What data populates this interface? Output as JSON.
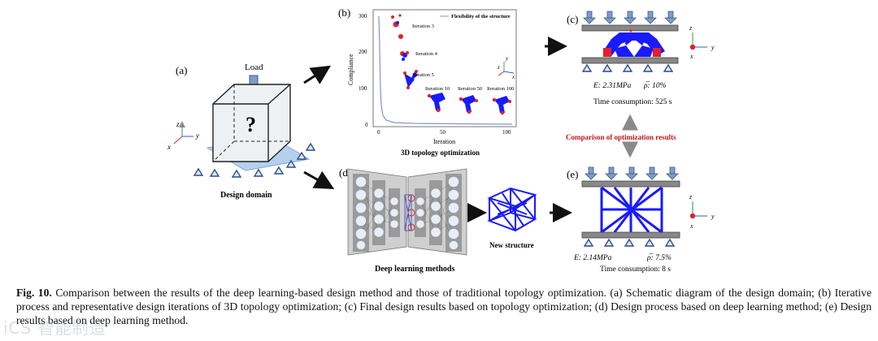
{
  "figure": {
    "panel_labels": {
      "a": "(a)",
      "b": "(b)",
      "c": "(c)",
      "d": "(d)",
      "e": "(e)"
    },
    "design_domain": {
      "load_label": "Load",
      "question_mark": "?",
      "caption": "Design domain",
      "axes": {
        "z": "z",
        "y": "y",
        "x": "x"
      }
    },
    "topology_plot": {
      "legend": "Flexibility of the structure",
      "ylabel": "Compliance",
      "xlabel": "Iteration",
      "title": "3D topology optimization",
      "yticks": [
        "0",
        "100",
        "200",
        "300"
      ],
      "xticks": [
        "0",
        "50",
        "100"
      ],
      "iteration_labels": [
        "Iteration 3",
        "Iteration 4",
        "Iteration 5",
        "Iteration 10",
        "Iteration 50",
        "Iteration 100"
      ],
      "axes": {
        "z": "z",
        "y": "y",
        "x": "x"
      }
    },
    "result_c": {
      "e_label": "E: 2.31MPa",
      "rho_label": "ρ̅: 10%",
      "time": "Time consumption: 525 s",
      "axes": {
        "z": "z",
        "y": "y",
        "x": "x"
      }
    },
    "comparison_label": "Comparison of optimization results",
    "deep_learning": {
      "caption": "Deep learning methods",
      "new_structure": "New structure"
    },
    "result_e": {
      "e_label": "E: 2.14MPa",
      "rho_label": "ρ̅: 7.5%",
      "time": "Time consumption: 8 s",
      "axes": {
        "z": "z",
        "y": "y",
        "x": "x"
      }
    },
    "colors": {
      "structure": "#1a1aff",
      "support": "#e0222a",
      "arrow": "#7f9cc6",
      "accent_text": "#c0141c"
    }
  },
  "caption": {
    "label": "Fig. 10.",
    "text": " Comparison between the results of the deep learning-based design method and those of traditional topology optimization. (a) Schematic diagram of the design domain; (b) Iterative process and representative design iterations of 3D topology optimization; (c) Final design results based on topology optimization; (d) Design process based on deep learning method; (e) Design results based on deep learning method."
  },
  "watermark": "iCS 智能制造"
}
